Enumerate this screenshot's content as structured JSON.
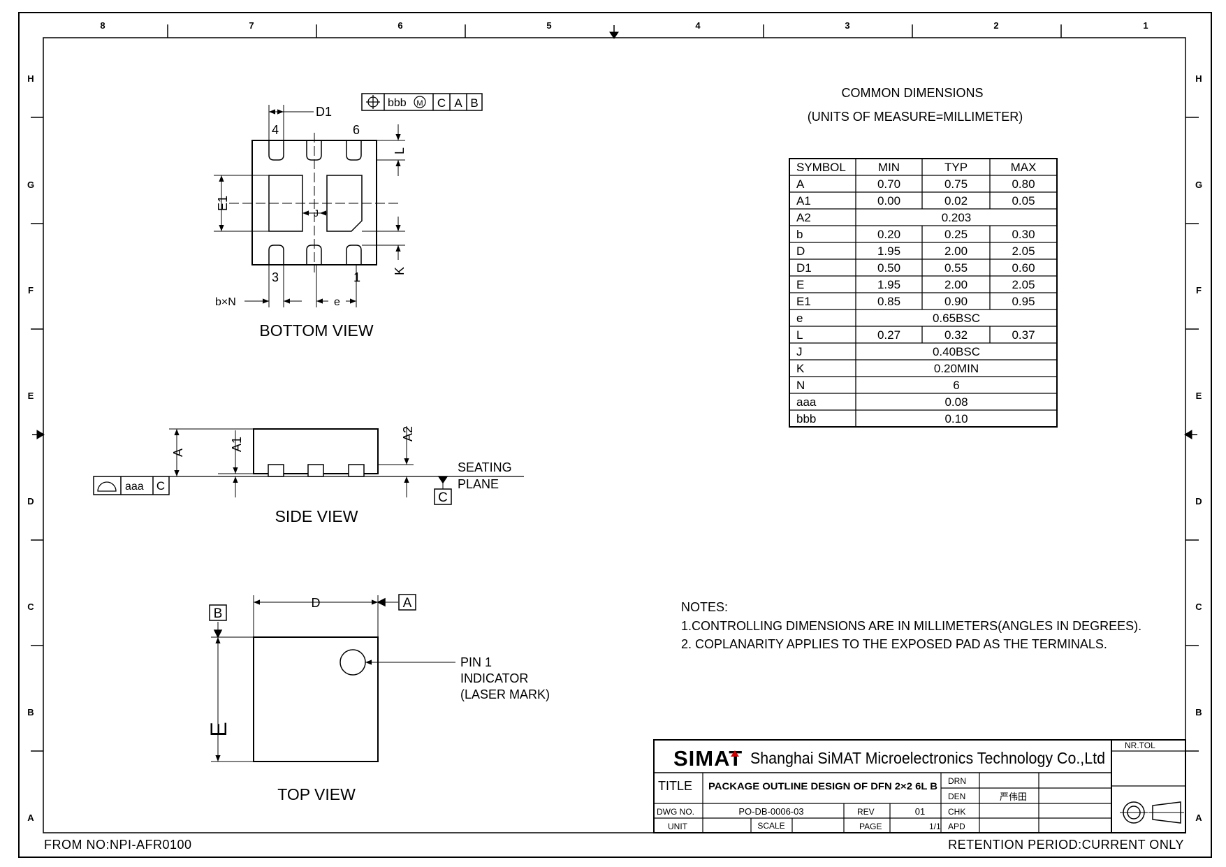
{
  "border": {
    "columns": [
      "8",
      "7",
      "6",
      "5",
      "4",
      "3",
      "2",
      "1"
    ],
    "rows": [
      "H",
      "G",
      "F",
      "E",
      "D",
      "C",
      "B",
      "A"
    ],
    "from_no": "FROM NO:NPI-AFR0100",
    "retention": "RETENTION PERIOD:CURRENT ONLY"
  },
  "bottom_view": {
    "title": "BOTTOM VIEW",
    "labels": {
      "d1": "D1",
      "l": "L",
      "e1": "E1",
      "j": "J",
      "k": "K",
      "bxn": "b×N",
      "e": "e",
      "pin4": "4",
      "pin6": "6",
      "pin3": "3",
      "pin1": "1"
    },
    "fcf": {
      "tol": "bbb",
      "mod": "M",
      "datums": [
        "C",
        "A",
        "B"
      ]
    }
  },
  "side_view": {
    "title": "SIDE VIEW",
    "labels": {
      "a": "A",
      "a1": "A1",
      "a2": "A2",
      "seating1": "SEATING",
      "seating2": "PLANE",
      "datum_c": "C"
    },
    "fcf": {
      "tol": "aaa",
      "datum": "C"
    }
  },
  "top_view": {
    "title": "TOP VIEW",
    "labels": {
      "d": "D",
      "e": "E",
      "datum_a": "A",
      "datum_b": "B",
      "pin1_1": "PIN 1",
      "pin1_2": "INDICATOR",
      "pin1_3": "(LASER MARK)"
    }
  },
  "dimensions": {
    "title1": "COMMON DIMENSIONS",
    "title2": "(UNITS OF MEASURE=MILLIMETER)",
    "headers": [
      "SYMBOL",
      "MIN",
      "TYP",
      "MAX"
    ],
    "rows": [
      [
        "A",
        "0.70",
        "0.75",
        "0.80"
      ],
      [
        "A1",
        "0.00",
        "0.02",
        "0.05"
      ],
      [
        "A2",
        "0.203"
      ],
      [
        "b",
        "0.20",
        "0.25",
        "0.30"
      ],
      [
        "D",
        "1.95",
        "2.00",
        "2.05"
      ],
      [
        "D1",
        "0.50",
        "0.55",
        "0.60"
      ],
      [
        "E",
        "1.95",
        "2.00",
        "2.05"
      ],
      [
        "E1",
        "0.85",
        "0.90",
        "0.95"
      ],
      [
        "e",
        "0.65BSC"
      ],
      [
        "L",
        "0.27",
        "0.32",
        "0.37"
      ],
      [
        "J",
        "0.40BSC"
      ],
      [
        "K",
        "0.20MIN"
      ],
      [
        "N",
        "6"
      ],
      [
        "aaa",
        "0.08"
      ],
      [
        "bbb",
        "0.10"
      ]
    ]
  },
  "notes": {
    "heading": "NOTES:",
    "items": [
      "1.CONTROLLING DIMENSIONS ARE IN MILLIMETERS(ANGLES IN DEGREES).",
      "2. COPLANARITY APPLIES TO THE EXPOSED PAD AS THE TERMINALS."
    ]
  },
  "title_block": {
    "logo": "SIMAT",
    "company": "Shanghai SiMAT Microelectronics Technology Co.,Ltd",
    "nr_tol": "NR.TOL",
    "title_label": "TITLE",
    "title": "PACKAGE OUTLINE DESIGN OF DFN 2×2 6L B",
    "drn": "DRN",
    "den": "DEN",
    "den_name": "严伟田",
    "chk": "CHK",
    "apd": "APD",
    "dwg_no_label": "DWG NO.",
    "dwg_no": "PO-DB-0006-03",
    "rev_label": "REV",
    "rev": "01",
    "unit_label": "UNIT",
    "scale_label": "SCALE",
    "page_label": "PAGE",
    "page": "1/1"
  }
}
